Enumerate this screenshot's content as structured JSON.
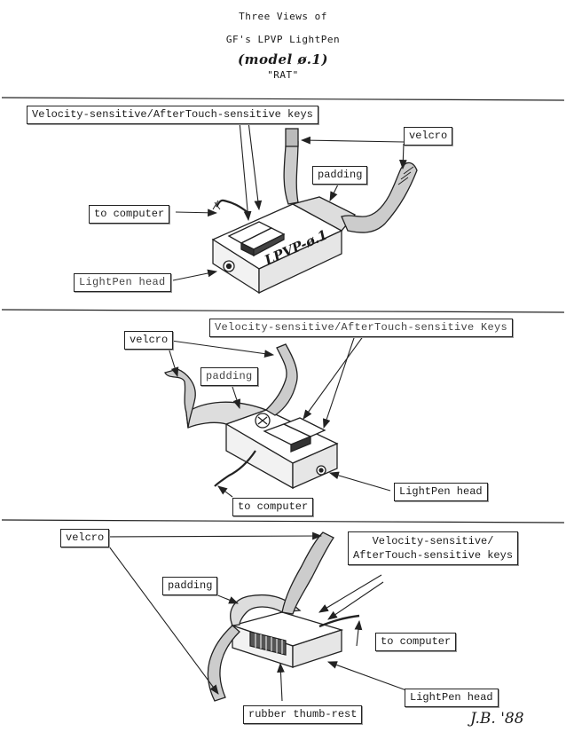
{
  "header": {
    "line1": "Three Views of",
    "line2": "GF's LPVP LightPen",
    "line3": "(model ø.1)",
    "line4": "\"RAT\""
  },
  "views": [
    {
      "keys_label": "Velocity-sensitive/AfterTouch-sensitive keys",
      "velcro_label": "velcro",
      "padding_label": "padding",
      "computer_label": "to computer",
      "head_label": "LightPen head",
      "device_marking": "LPVP-ø.1"
    },
    {
      "keys_label": "Velocity-sensitive/AfterTouch-sensitive Keys",
      "velcro_label": "velcro",
      "padding_label": "padding",
      "computer_label": "to computer",
      "head_label": "LightPen head"
    },
    {
      "keys_label_1": "Velocity-sensitive/",
      "keys_label_2": "AfterTouch-sensitive keys",
      "velcro_label": "velcro",
      "padding_label": "padding",
      "computer_label": "to computer",
      "head_label": "LightPen head",
      "thumb_label": "rubber thumb-rest"
    }
  ],
  "signature": "J.B. '88"
}
